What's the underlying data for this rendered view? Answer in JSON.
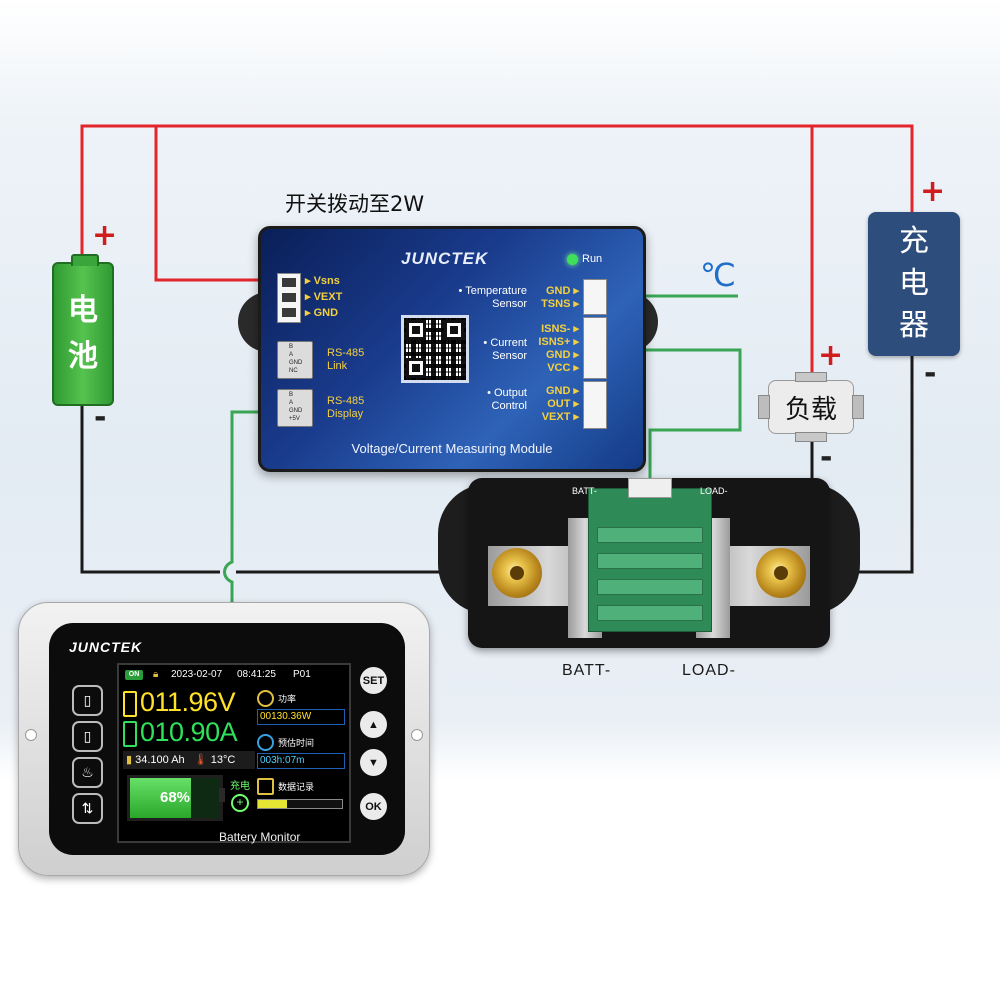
{
  "labels": {
    "switch_note": "开关拨动至2W",
    "celsius": "℃",
    "battery": [
      "电",
      "池"
    ],
    "charger": [
      "充",
      "电",
      "器"
    ],
    "load": "负载",
    "plus": "+",
    "minus": "-"
  },
  "module": {
    "brand": "JUNCTEK",
    "run": "Run",
    "footer": "Voltage/Current Measuring Module",
    "left_pins": [
      "Vsns",
      "VEXT",
      "GND"
    ],
    "rs485_link": {
      "title": [
        "RS-485",
        "Link"
      ],
      "pins": [
        "B",
        "A",
        "GND",
        "NC"
      ]
    },
    "rs485_display": {
      "title": [
        "RS-485",
        "Display"
      ],
      "pins": [
        "B",
        "A",
        "GND",
        "+5V"
      ]
    },
    "temp_sensor": {
      "title": [
        "• Temperature",
        "Sensor"
      ],
      "pins": [
        "GND",
        "TSNS"
      ]
    },
    "current_sensor": {
      "title": [
        "• Current",
        "Sensor"
      ],
      "pins": [
        "ISNS-",
        "ISNS+",
        "GND",
        "VCC"
      ]
    },
    "output_control": {
      "title": [
        "• Output",
        "Control"
      ],
      "pins": [
        "GND",
        "OUT",
        "VEXT"
      ]
    }
  },
  "shunt": {
    "batt_label": "BATT-",
    "load_label": "LOAD-",
    "bottom_left": "BATT-",
    "bottom_right": "LOAD-"
  },
  "monitor": {
    "brand": "JUNCTEK",
    "footer": "Battery Monitor",
    "status": {
      "on": "ON",
      "date": "2023-02-07",
      "time": "08:41:25",
      "profile": "P01"
    },
    "voltage": "011.96V",
    "current": "010.90A",
    "capacity": "34.100 Ah",
    "temperature": "13°C",
    "battery_percent": "68%",
    "battery_level": 0.68,
    "charge_label": "充电",
    "charge_symbol": "+",
    "power": {
      "caption": "功率",
      "value": "00130.36W"
    },
    "time_est": {
      "caption": "预估时间",
      "value": "003h:07m"
    },
    "record": {
      "caption": "数据记录"
    },
    "buttons": {
      "set": "SET",
      "up": "▲",
      "down": "▼",
      "ok": "OK"
    }
  },
  "colors": {
    "positive_wire": "#e3262c",
    "negative_wire": "#1a1a1a",
    "signal_wire": "#3aa655",
    "accent": "#1f6fc9"
  }
}
